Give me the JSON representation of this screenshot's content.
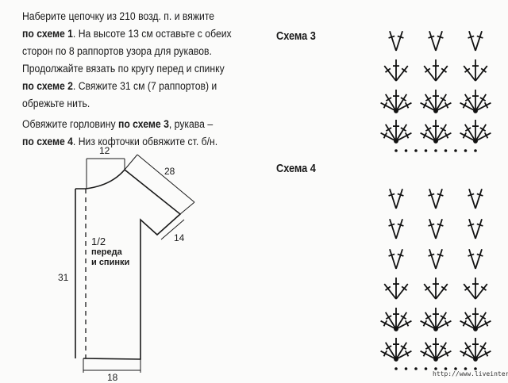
{
  "instructions": {
    "p1": [
      {
        "t": "Наберите цепочку из 210 возд. п. и вяжите"
      },
      {
        "b": "по схеме 1",
        "t": ". На высоте 13 см оставьте с обеих"
      },
      {
        "t": "сторон по 8 раппортов узора для рукавов."
      },
      {
        "t": "Продолжайте вязать по кругу перед и спинку"
      },
      {
        "b": "по схеме 2",
        "t": ". Свяжите 31 см (7 раппортов) и"
      },
      {
        "t": "обрежьте нить."
      }
    ],
    "p2": [
      {
        "t0": "Обвяжите горловину ",
        "b": "по схеме 3",
        "t": ", рукава –"
      },
      {
        "b": "по схеме 4",
        "t": ". Низ кофточки обвяжите ст. б/н."
      }
    ]
  },
  "pattern": {
    "dim_neck": "12",
    "dim_sleeve": "28",
    "dim_cuff": "14",
    "dim_height": "31",
    "dim_bottom": "18",
    "label_fraction": "1/2",
    "label_line1": "переда",
    "label_line2": "и спинки"
  },
  "scheme3": {
    "title": "Схема 3",
    "columns": 3,
    "rows": [
      "v2",
      "v3",
      "fan5",
      "fan5"
    ],
    "chain_dots": 9
  },
  "scheme4": {
    "title": "Схема 4",
    "columns": 3,
    "rows": [
      "v2",
      "v2",
      "v2",
      "v3",
      "fan5",
      "fan5"
    ],
    "chain_dots": 9
  },
  "watermark": "http://www.liveinternet"
}
